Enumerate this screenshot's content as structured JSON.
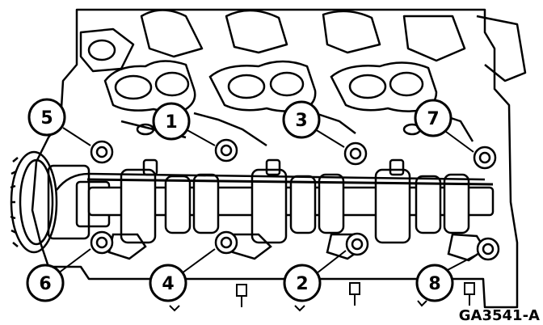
{
  "figure": {
    "id_label": "GA3541-A"
  },
  "callouts": [
    {
      "number": "1"
    },
    {
      "number": "2"
    },
    {
      "number": "3"
    },
    {
      "number": "4"
    },
    {
      "number": "5"
    },
    {
      "number": "6"
    },
    {
      "number": "7"
    },
    {
      "number": "8"
    }
  ]
}
